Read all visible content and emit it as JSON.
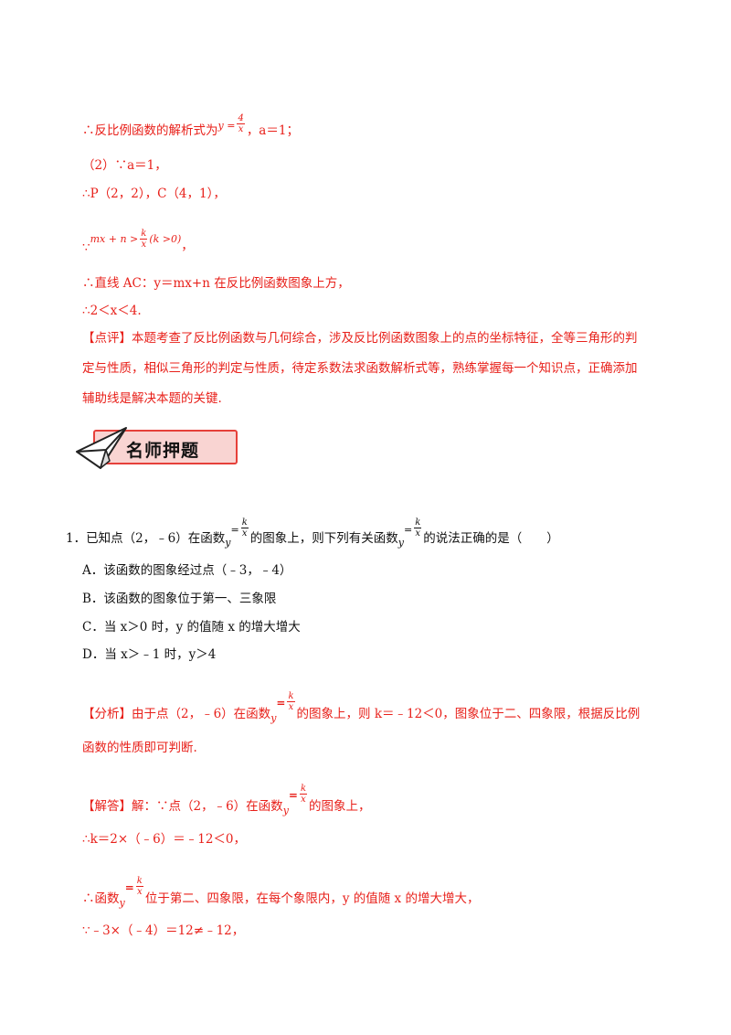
{
  "l1": {
    "pre": "∴反比例函数的解析式为",
    "y": "y",
    "eq": "=",
    "num": "4",
    "den": "x",
    "post": "，a＝1；"
  },
  "l2": "（2）∵a＝1，",
  "l3": "∴P（2，2），C（4，1），",
  "l4": {
    "because": "∵",
    "expr_pre": "mx + n >",
    "num": "k",
    "den": "x",
    "expr_post": "(k >0)",
    "end": "，"
  },
  "l5": "∴直线 AC：y＝mx+n 在反比例函数图象上方，",
  "l6": "∴2＜x＜4.",
  "comment": {
    "tag": "【点评】",
    "line1": "本题考查了反比例函数与几何综合，涉及反比例函数图象上的点的坐标特征，全等三角形的判",
    "line2": "定与性质，相似三角形的判定与性质，待定系数法求函数解析式等，熟练掌握每一个知识点，正确添加",
    "line3": "辅助线是解决本题的关键."
  },
  "banner": {
    "title": "名师押题"
  },
  "q1": {
    "pre": "1．已知点（2，﹣6）在函数",
    "mid": "的图象上，则下列有关函数",
    "post": "的说法正确的是（　　）",
    "y": "y",
    "eq": "=",
    "num": "k",
    "den": "x"
  },
  "options": [
    "A．该函数的图象经过点（﹣3，﹣4）",
    "B．该函数的图象位于第一、三象限",
    "C．当 x＞0 时，y 的值随 x 的增大增大",
    "D．当 x＞﹣1 时，y＞4"
  ],
  "analysis": {
    "tag": "【分析】",
    "pre": "由于点（2，﹣6）在函数",
    "post": "的图象上，则 k＝﹣12＜0，图象位于二、四象限，根据反比例",
    "line2": "函数的性质即可判断."
  },
  "answer": {
    "tag": "【解答】",
    "pre": "解：∵点（2，﹣6）在函数",
    "post": "的图象上，",
    "l2": "∴k＝2×（﹣6）＝﹣12＜0，",
    "l3_pre": "∴函数",
    "l3_post": "位于第二、四象限，在每个象限内，y 的值随 x 的增大增大，",
    "l4": "∵﹣3×（﹣4）＝12≠﹣12，"
  }
}
